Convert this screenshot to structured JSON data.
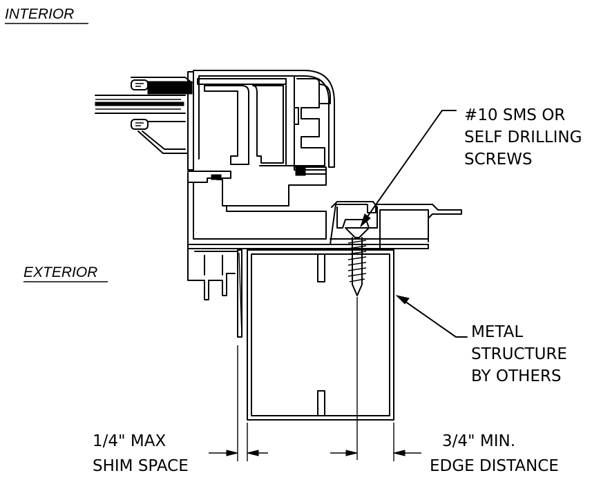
{
  "labels": {
    "interior": "INTERIOR",
    "exterior": "EXTERIOR",
    "screws": [
      "#10 SMS OR",
      "SELF DRILLING",
      "SCREWS"
    ],
    "metal": [
      "METAL",
      "STRUCTURE",
      "BY OTHERS"
    ],
    "shim": [
      "1/4\" MAX",
      "SHIM SPACE"
    ],
    "edge": [
      "3/4\" MIN.",
      "EDGE DISTANCE"
    ]
  }
}
